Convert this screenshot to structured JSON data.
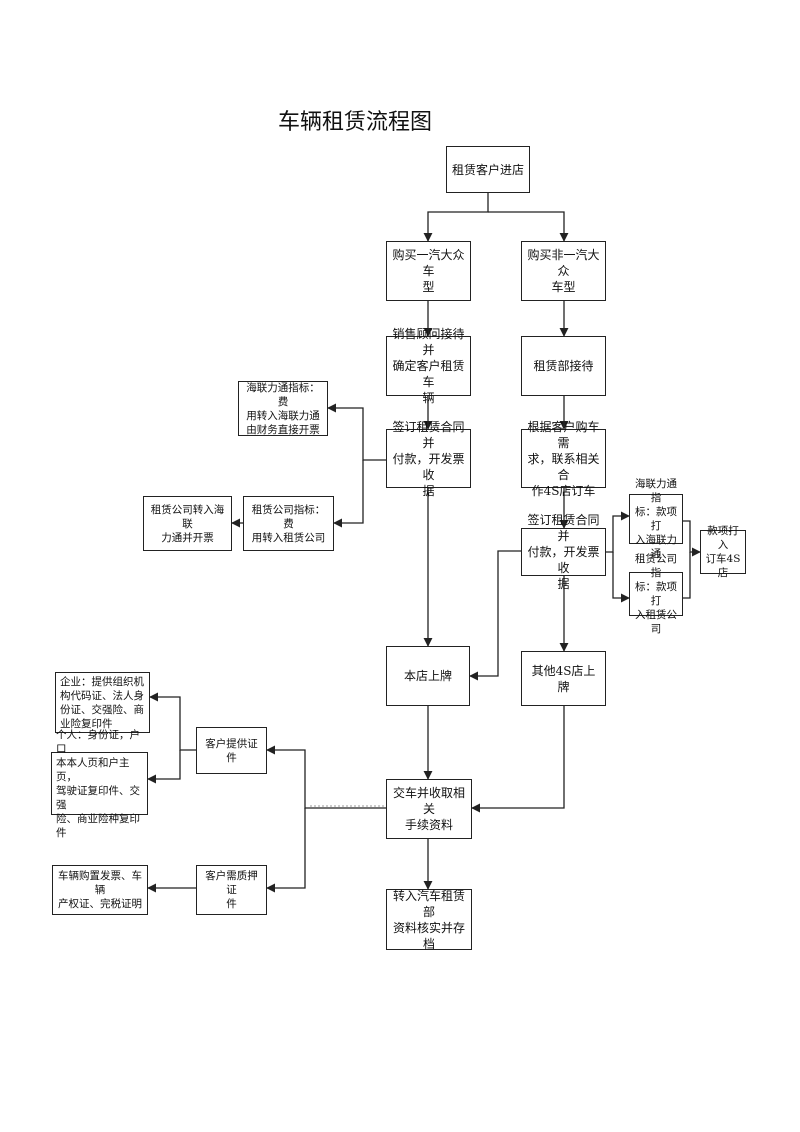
{
  "title": "车辆租赁流程图",
  "nodes": {
    "n1": "租赁客户进店",
    "n2": "购买一汽大众车\n型",
    "n3": "购买非一汽大众\n车型",
    "n4": "销售顾问接待并\n确定客户租赁车\n辆",
    "n5": "租赁部接待",
    "n6": "海联力通指标：费\n用转入海联力通\n由财务直接开票",
    "n7": "签订租赁合同并\n付款，开发票收\n据",
    "n8": "根据客户购车需\n求，联系相关合\n作4S店订车",
    "n9": "租赁公司转入海联\n力通并开票",
    "n10": "租赁公司指标：费\n用转入租赁公司",
    "n11": "海联力通指\n标：款项打\n入海联力通",
    "n12": "签订租赁合同并\n付款，开发票收\n据",
    "n13": "款项打入\n订车4S\n店",
    "n14": "租赁公司指\n标：款项打\n入租赁公司",
    "n15": "本店上牌",
    "n16": "其他4S店上\n牌",
    "n17": "企业：提供组织机\n构代码证、法人身\n份证、交强险、商\n业险复印件",
    "n18": "客户提供证件",
    "n19": "个人：身份证，户口\n本本人页和户主页，\n驾驶证复印件、交强\n险、商业险种复印件",
    "n20": "交车并收取相关\n手续资料",
    "n21": "车辆购置发票、车辆\n产权证、完税证明",
    "n22": "客户需质押证\n件",
    "n23": "转入汽车租赁部\n资料核实并存档"
  },
  "colors": {
    "line": "#222222",
    "dashed": "#888888"
  }
}
